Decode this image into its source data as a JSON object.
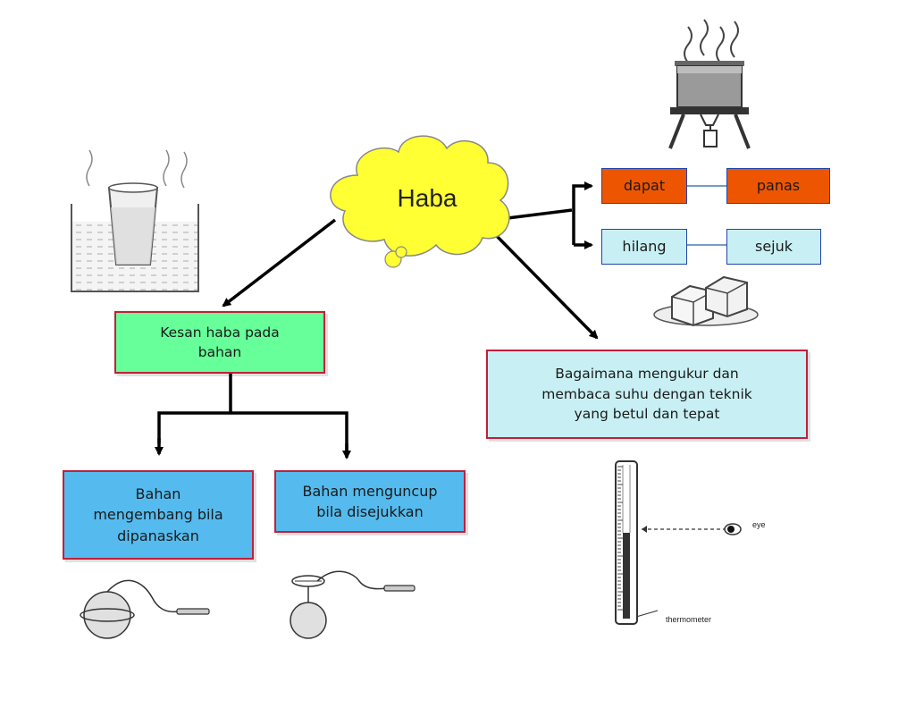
{
  "central": {
    "label": "Haba"
  },
  "boxes": {
    "kesan": "Kesan haba pada\nbahan",
    "mengembang": "Bahan\nmengembang bila\ndipanaskan",
    "menguncup": "Bahan menguncup\nbila disejukkan",
    "bagaimana": "Bagaimana mengukur dan\nmembaca suhu dengan teknik\nyang betul dan tepat",
    "dapat": "dapat",
    "panas": "panas",
    "hilang": "hilang",
    "sejuk": "sejuk"
  },
  "illustration_labels": {
    "eye": "eye",
    "thermometer": "thermometer"
  },
  "colors": {
    "cloud_fill": "#ffff33",
    "green_box": "#66ff99",
    "blue_box": "#55bbee",
    "cyan_box": "#c8f0f4",
    "orange_box": "#ee5500",
    "box_border": "#c0203a",
    "small_box_border": "#2244aa",
    "connector": "#000000"
  },
  "icons": [
    "glass-in-hot-water-icon",
    "boiling-pot-on-burner-icon",
    "ice-cubes-icon",
    "ball-and-ring-expand-icon",
    "ball-and-ring-contract-icon",
    "thermometer-icon",
    "eye-icon"
  ]
}
